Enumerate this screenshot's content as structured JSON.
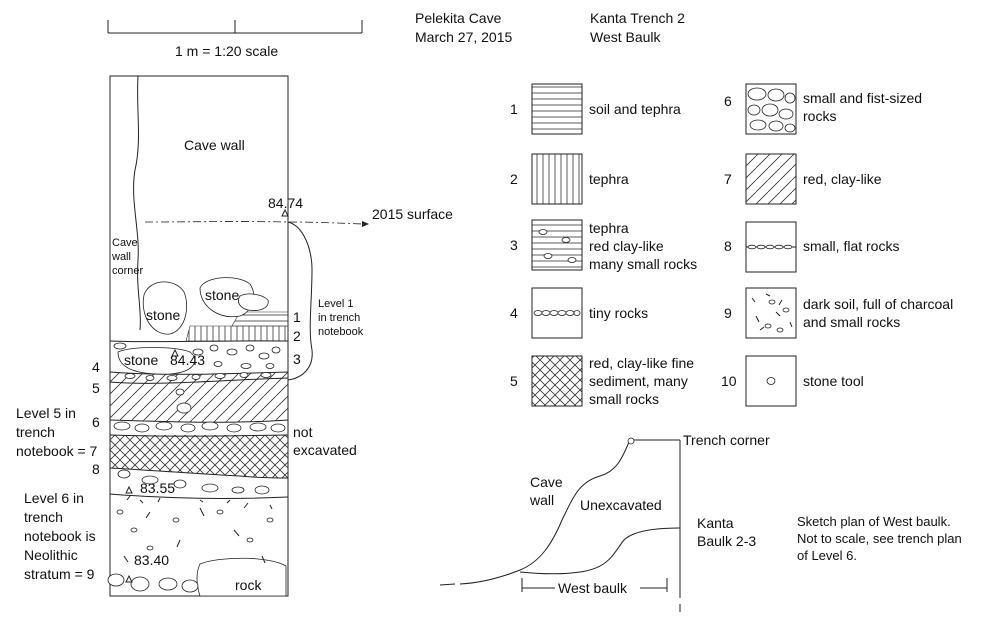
{
  "header": {
    "site": "Pelekita Cave",
    "date": "March 27, 2015",
    "trench": "Kanta Trench 2",
    "baulk": "West Baulk",
    "scale_label": "1 m = 1:20 scale"
  },
  "section": {
    "cave_wall": "Cave wall",
    "cave_wall_corner": [
      "Cave",
      "wall",
      "corner"
    ],
    "surface": "2015 surface",
    "elev_top": "84.74",
    "elev_2": "84.43",
    "elev_3": "83.55",
    "elev_4": "83.40",
    "stone_a": "stone",
    "stone_b": "stone",
    "stone_c": "stone",
    "rock": "rock",
    "level1_note": [
      "Level 1",
      "in trench",
      "notebook"
    ],
    "not_excavated": [
      "not",
      "excavated"
    ],
    "layer_nums_right": [
      "1",
      "2",
      "3"
    ],
    "layer_nums_left": [
      "4",
      "5",
      "6"
    ],
    "level5_note": [
      "Level 5 in",
      "trench",
      "notebook = 7"
    ],
    "layer8": "8",
    "level6_note": [
      "Level 6 in",
      "trench",
      "notebook is",
      "Neolithic",
      "stratum = 9"
    ]
  },
  "legend": [
    {
      "num": "1",
      "lines": [
        "soil and tephra"
      ]
    },
    {
      "num": "2",
      "lines": [
        "tephra"
      ]
    },
    {
      "num": "3",
      "lines": [
        "tephra",
        "red clay-like",
        "many small rocks"
      ]
    },
    {
      "num": "4",
      "lines": [
        "tiny rocks"
      ]
    },
    {
      "num": "5",
      "lines": [
        "red, clay-like fine",
        "sediment, many",
        "small rocks"
      ]
    },
    {
      "num": "6",
      "lines": [
        "small and fist-sized",
        "rocks"
      ]
    },
    {
      "num": "7",
      "lines": [
        "red, clay-like"
      ]
    },
    {
      "num": "8",
      "lines": [
        "small, flat rocks"
      ]
    },
    {
      "num": "9",
      "lines": [
        "dark soil, full of charcoal",
        "and small rocks"
      ]
    },
    {
      "num": "10",
      "lines": [
        "stone tool"
      ]
    }
  ],
  "plan": {
    "trench_corner": "Trench corner",
    "cave_wall": [
      "Cave",
      "wall"
    ],
    "unexcavated": "Unexcavated",
    "kanta_baulk": [
      "Kanta",
      "Baulk 2-3"
    ],
    "west_baulk": "West baulk",
    "note": [
      "Sketch plan of West baulk.",
      "Not to scale, see trench plan",
      "of Level 6."
    ]
  }
}
